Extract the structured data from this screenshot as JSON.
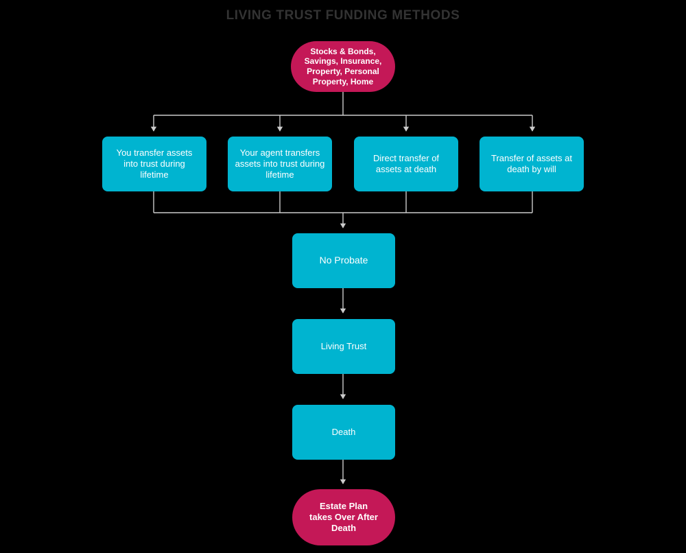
{
  "page": {
    "title": "LIVING TRUST FUNDING METHODS",
    "background_color": "#000000",
    "title_color": "#333333"
  },
  "theme": {
    "pill_color": "#c41857",
    "box_color": "#00b4d0",
    "connector_color": "#cccccc",
    "node_text_color": "#ffffff"
  },
  "diagram": {
    "type": "flowchart",
    "source_node": {
      "id": "assets",
      "label": "Stocks & Bonds,\nSavings, Insurance,\nProperty, Personal\nProperty, Home",
      "shape": "pill",
      "color": "#c41857"
    },
    "methods": [
      {
        "id": "method-1",
        "label": "You transfer assets\ninto trust during\nlifetime",
        "shape": "rounded-rect",
        "color": "#00b4d0"
      },
      {
        "id": "method-2",
        "label": "Your agent transfers\nassets into trust during\nlifetime",
        "shape": "rounded-rect",
        "color": "#00b4d0"
      },
      {
        "id": "method-3",
        "label": "Direct transfer of\nassets at death",
        "shape": "rounded-rect",
        "color": "#00b4d0"
      },
      {
        "id": "method-4",
        "label": "Transfer of assets at\ndeath by will",
        "shape": "rounded-rect",
        "color": "#00b4d0"
      }
    ],
    "chain": [
      {
        "id": "no-probate",
        "label": "No Probate",
        "shape": "rounded-rect",
        "color": "#00b4d0"
      },
      {
        "id": "living-trust",
        "label": "Living Trust",
        "shape": "rounded-rect",
        "color": "#00b4d0"
      },
      {
        "id": "death",
        "label": "Death",
        "shape": "rounded-rect",
        "color": "#00b4d0"
      }
    ],
    "terminal_node": {
      "id": "estate-plan",
      "label": "Estate Plan\ntakes Over After\nDeath",
      "shape": "pill",
      "color": "#c41857"
    }
  }
}
